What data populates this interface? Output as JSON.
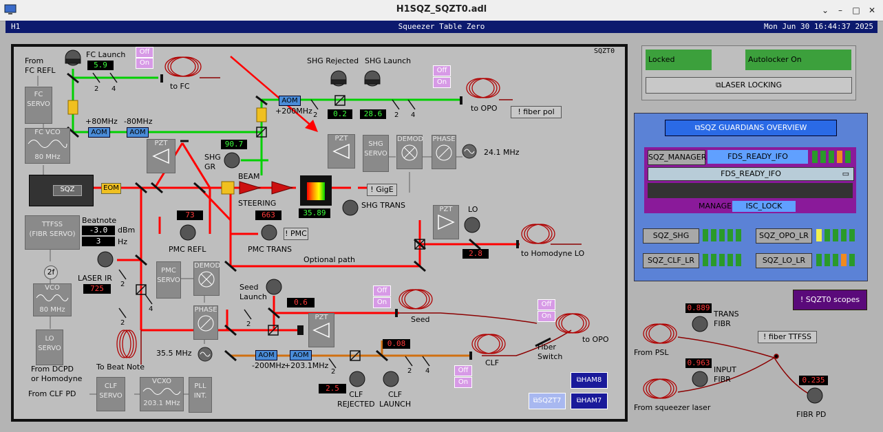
{
  "window": {
    "title": "H1SQZ_SQZT0.adl"
  },
  "header": {
    "left": "H1",
    "center": "Squeezer Table Zero",
    "right": "Mon Jun 30 16:44:37 2025"
  },
  "panel": {
    "label": "SQZT0"
  },
  "labels": {
    "from_fc_refl": "From\nFC REFL",
    "fc_launch": "FC Launch",
    "to_fc": "to FC",
    "fc_servo": "FC\nSERVO",
    "fc_vco": "FC VCO",
    "fc_vco_freq": "80 MHz",
    "plus80": "+80MHz",
    "minus80": "-80MHz",
    "shg_rejected": "SHG Rejected",
    "shg_launch": "SHG Launch",
    "to_opo": "to OPO",
    "plus200": "+200MHz",
    "pzt": "PZT",
    "shg_gr": "SHG\nGR",
    "shg_servo": "SHG\nSERVO",
    "demod": "DEMOD",
    "phase": "PHASE",
    "mhz241": "24.1 MHz",
    "sqz": "SQZ",
    "eom": "EOM",
    "beam": "BEAM",
    "steering": "STEERING",
    "shg_trans": "SHG TRANS",
    "beatnote": "Beatnote",
    "dbm": "dBm",
    "hz": "Hz",
    "ttfss": "TTFSS\n(FIBR SERVO)",
    "pmc_refl": "PMC REFL",
    "pmc_trans": "PMC TRANS",
    "lo": "LO",
    "to_homodyne_lo": "to Homodyne LO",
    "optional_path": "Optional path",
    "laser_ir": "LASER IR",
    "pmc_servo": "PMC\nSERVO",
    "twof": "2f",
    "vco": "VCO",
    "vco_freq": "80 MHz",
    "seed_launch": "Seed\nLaunch",
    "seed": "Seed",
    "fiber_switch": "Fiber\nSwitch",
    "to_opo2": "to OPO",
    "lo_servo": "LO\nSERVO",
    "from_dcpd": "From DCPD\nor Homodyne",
    "to_beat_note": "To Beat Note",
    "mhz355": "35.5 MHz",
    "minus200": "-200MHz",
    "plus2031": "+203.1MHz",
    "clf": "CLF",
    "clf_rejected": "CLF\nREJECTED",
    "clf_launch": "CLF\nLAUNCH",
    "from_clf_pd": "From CLF PD",
    "clf_servo": "CLF\nSERVO",
    "vcxo": "VCXO",
    "vcxo_freq": "203.1 MHz",
    "pll_int": "PLL\nINT.",
    "trans_fibr": "TRANS\nFIBR",
    "input_fibr": "INPUT\nFIBR",
    "from_psl": "From PSL",
    "from_squeezer_laser": "From squeezer laser",
    "fibr_pd": "FIBR PD",
    "half": "1\n2",
    "quarter": "1\n4"
  },
  "readouts": {
    "fc_launch": "5.9",
    "shg_rejected": "0.2",
    "shg_launch": "28.6",
    "shg_gr": "90.7",
    "shg_temp": "35.89",
    "pmc_refl": "73",
    "pmc_trans": "663",
    "beatnote_dbm": "-3.0",
    "beatnote_hz": "3",
    "laser_ir": "725",
    "lo": "2.8",
    "seed": "0.6",
    "clf_launch": "0.08",
    "clf_rejected": "2.5",
    "trans_fibr": "0.889",
    "input_fibr": "0.963",
    "fibr_pd": "0.235"
  },
  "buttons": {
    "off": "Off",
    "on": "On",
    "fiber_pol": "! fiber pol",
    "gige": "! GigE",
    "pmc": "! PMC",
    "fiber_ttfss": "! fiber TTFSS",
    "sqzt0_scopes": "! SQZT0 scopes",
    "ham8": "HAM8",
    "ham7": "HAM7",
    "sqzt7": "SQZT7",
    "aom": "AOM"
  },
  "locking": {
    "locked": "Locked",
    "autolocker": "Autolocker On",
    "laser_locking": "LASER LOCKING"
  },
  "guardians": {
    "overview": "SQZ GUARDIANS OVERVIEW",
    "manager_name": "SQZ_MANAGER",
    "manager_state": "FDS_READY_IFO",
    "manager_request": "FDS_READY_IFO",
    "manager_label": "MANAGER:",
    "manager_value": "ISC_LOCK",
    "shg": "SQZ_SHG",
    "opo": "SQZ_OPO_LR",
    "clf": "SQZ_CLF_LR",
    "lo": "SQZ_LO_LR"
  },
  "colors": {
    "red_beam": "#ff0000",
    "green_beam": "#00d000",
    "orange_beam": "#d07010",
    "header": "#0d1a6e"
  }
}
